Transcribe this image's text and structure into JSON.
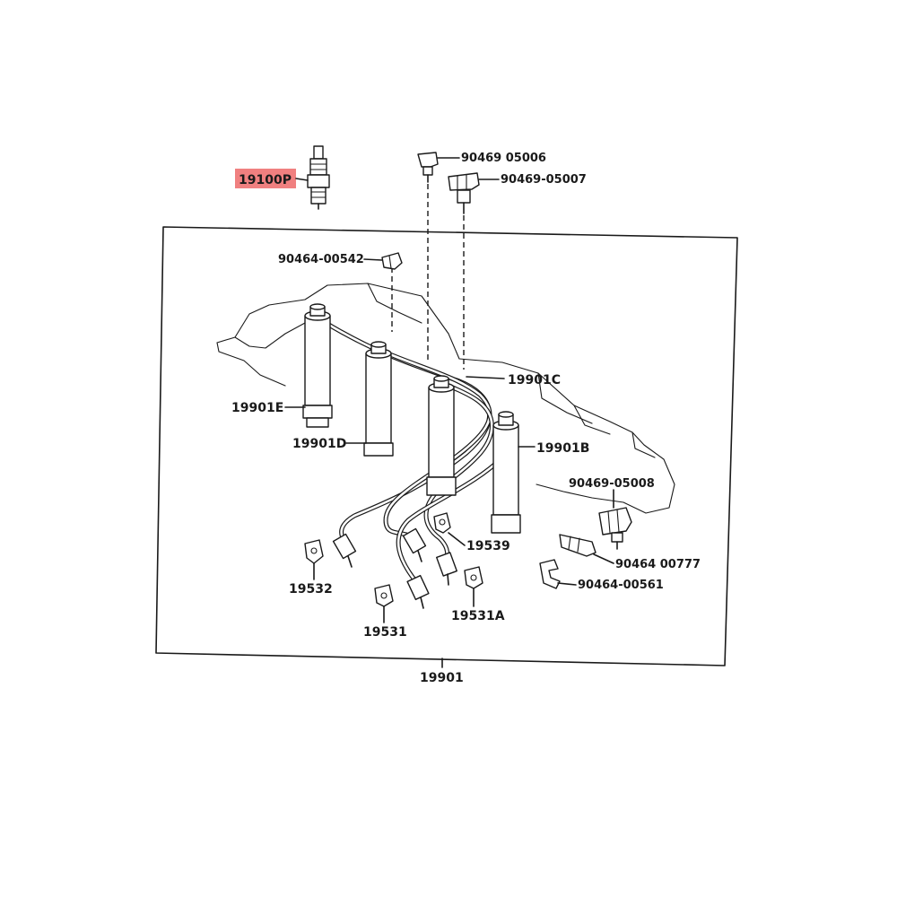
{
  "diagram": {
    "highlight_color": "#f08080",
    "line_color": "#1a1a1a",
    "labels": {
      "spark_plug": "19100P",
      "clamp_05006": "90469 05006",
      "clamp_05007": "90469-05007",
      "clamp_00542": "90464-00542",
      "cord_c": "19901C",
      "cord_e": "19901E",
      "cord_d": "19901D",
      "cord_b": "19901B",
      "clamp_05008": "90469-05008",
      "clamp_00777": "90464 00777",
      "clamp_00561": "90464-00561",
      "clamp_19539": "19539",
      "clamp_19532": "19532",
      "clamp_19531a": "19531A",
      "clamp_19531": "19531",
      "cord_set": "19901"
    }
  }
}
